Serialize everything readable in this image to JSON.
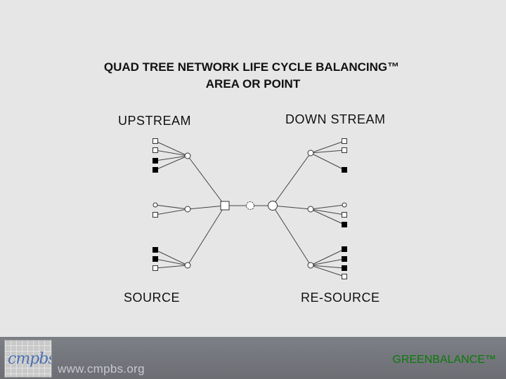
{
  "title": {
    "line1": "QUAD TREE  NETWORK LIFE CYCLE BALANCING™",
    "line2": "AREA OR POINT"
  },
  "labels": {
    "upstream": "UPSTREAM",
    "downstream": "DOWN STREAM",
    "source": "SOURCE",
    "resource": "RE-SOURCE"
  },
  "footer": {
    "logo_text": "cmpbs",
    "url": "www.cmpbs.org",
    "brand": "GREENBALANCE™"
  },
  "colors": {
    "background": "#e6e6e6",
    "footer": "#737579",
    "brand": "#0a7a0a",
    "line": "#444444"
  }
}
